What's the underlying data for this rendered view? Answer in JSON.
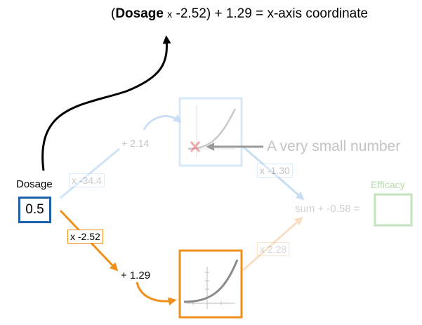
{
  "formula": {
    "open": "(",
    "bold_term": "Dosage",
    "times": "x",
    "weight": "-2.52)",
    "rest": "+ 1.29 = x-axis coordinate"
  },
  "input": {
    "label": "Dosage",
    "value": "0.5"
  },
  "top_path": {
    "weight": "x -34.4",
    "bias": "+ 2.14"
  },
  "bottom_path": {
    "weight": "x -2.52",
    "bias": "+ 1.29"
  },
  "annotation": "A very small number",
  "output_weights": {
    "top": "x -1.30",
    "bottom": "x 2.28"
  },
  "sum_label": "sum + -0.58 =",
  "output_label": "Efficacy",
  "colors": {
    "blue_dark": "#1f5ea8",
    "blue_light": "#a9cdee",
    "orange": "#f0901c",
    "orange_light": "#f8d3b0",
    "green_light": "#b7dcae",
    "gray": "#8a8a8a",
    "red_mark": "#e86a6a"
  }
}
